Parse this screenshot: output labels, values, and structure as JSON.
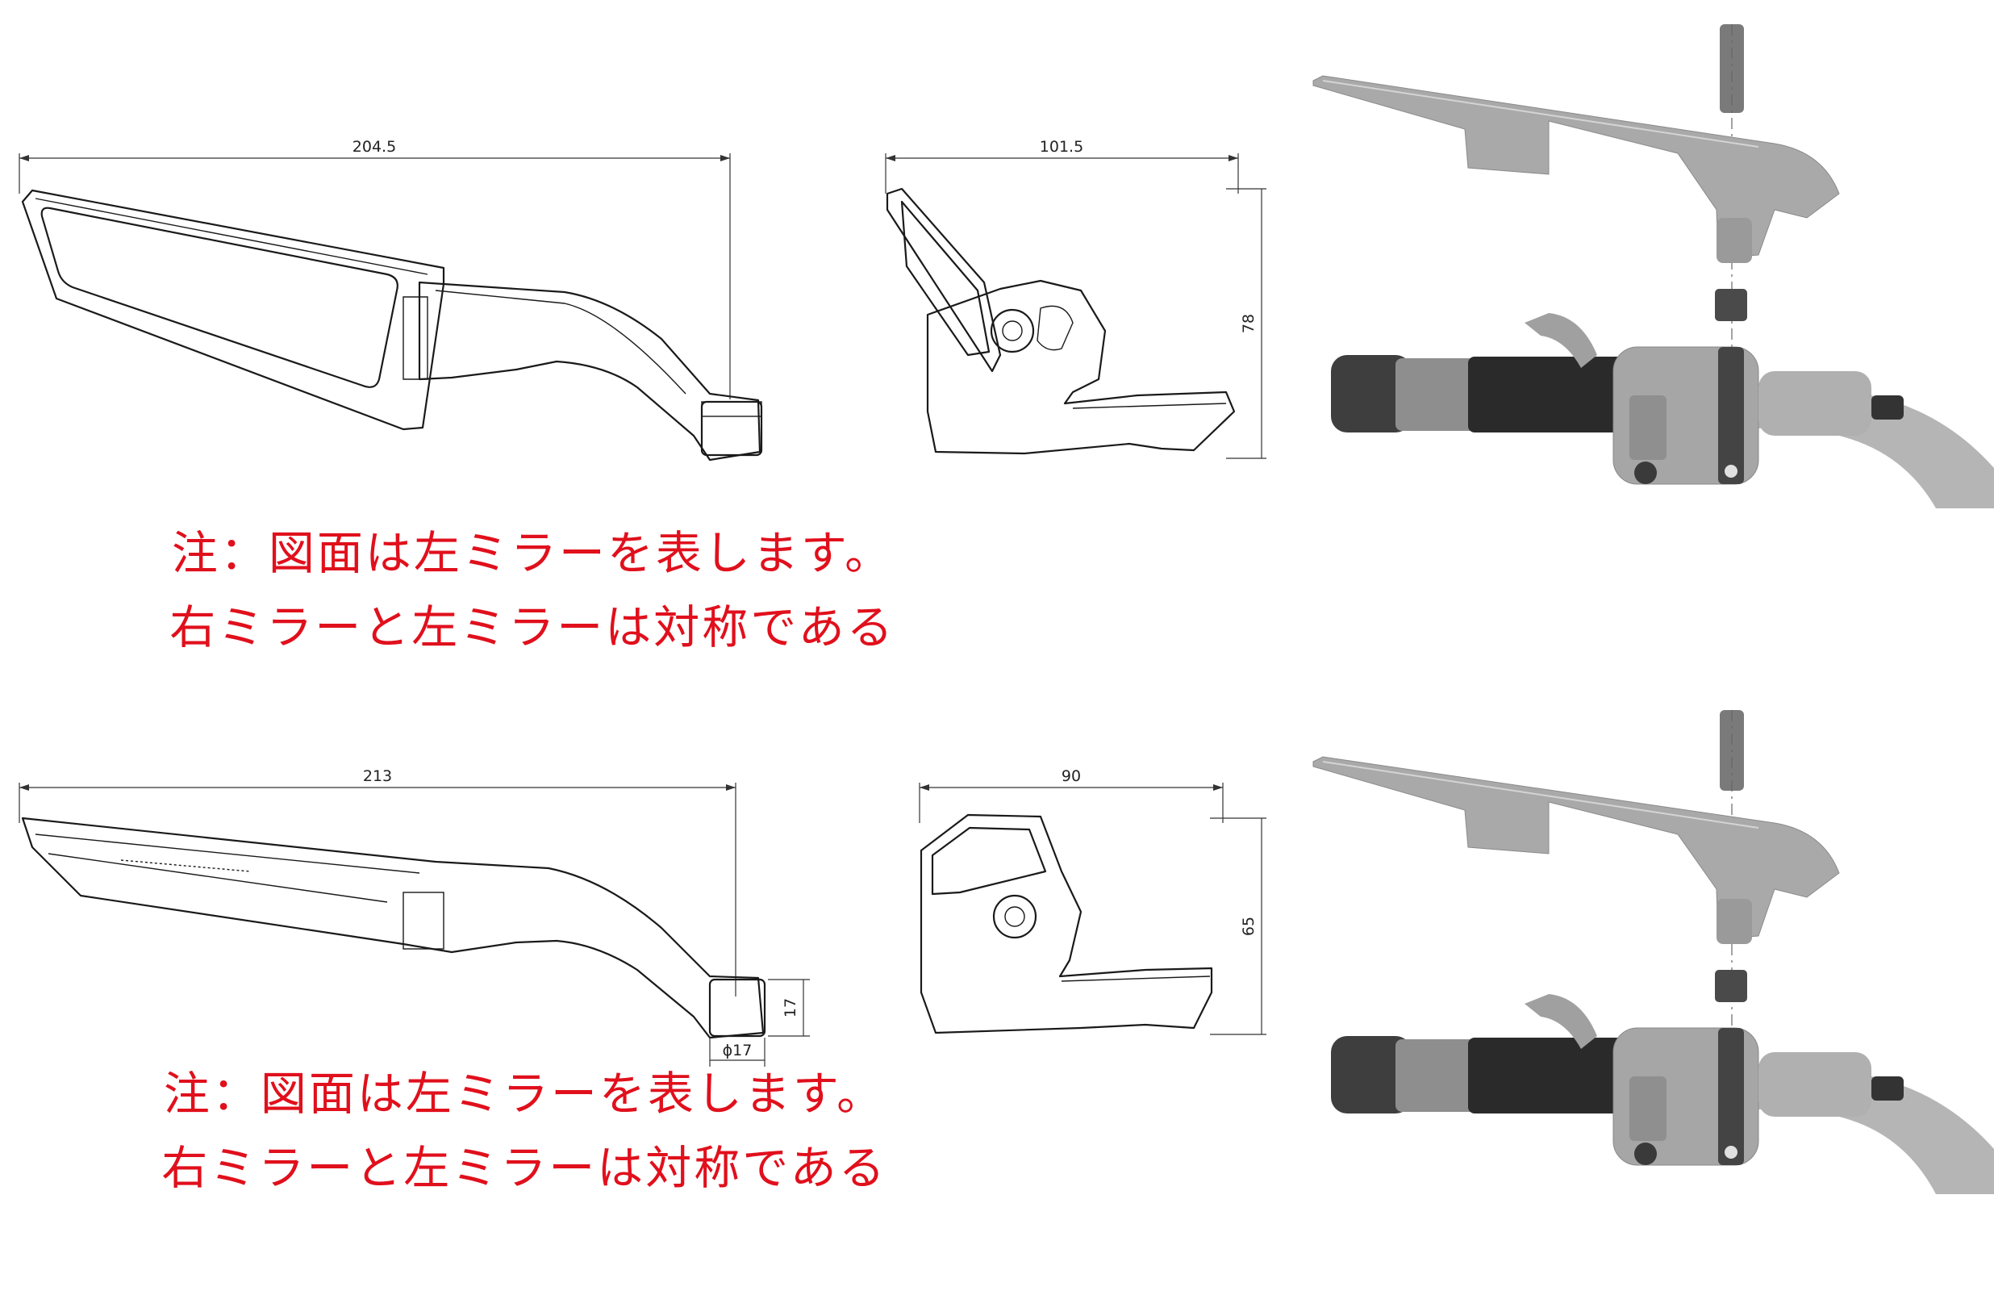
{
  "top": {
    "side_width_label": "204.5",
    "front_width_label": "101.5",
    "front_height_label": "78",
    "note_line1": "注：図面は左ミラーを表します。",
    "note_line2": "右ミラーと左ミラーは対称である"
  },
  "bottom": {
    "side_width_label": "213",
    "front_width_label": "90",
    "front_height_label": "65",
    "mount_height_label": "17",
    "mount_diameter_label": "ϕ17",
    "note_line1": "注：図面は左ミラーを表します。",
    "note_line2": "右ミラーと左ミラーは対称である"
  },
  "colors": {
    "note": "#e0101c",
    "line": "#1a1a1a",
    "metal": "#a8a8a8",
    "rubber": "#2a2a2a"
  }
}
